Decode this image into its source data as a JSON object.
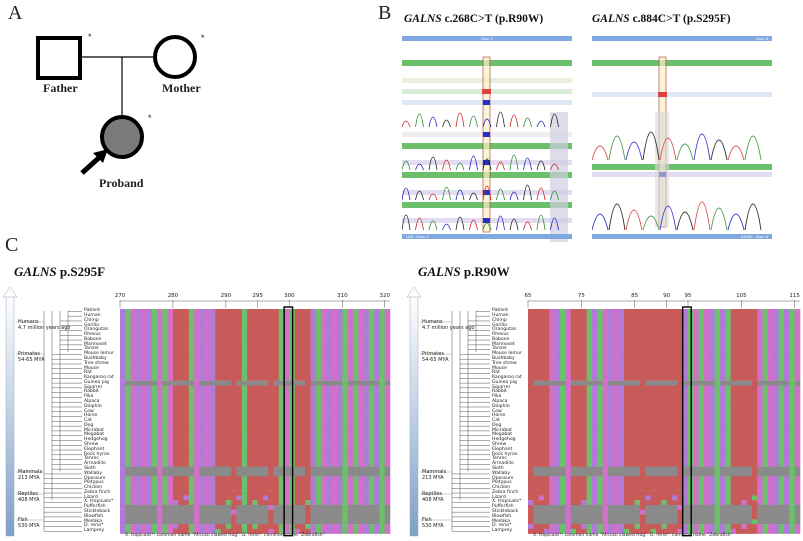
{
  "panels": {
    "a": "A",
    "b": "B",
    "c": "C"
  },
  "pedigree": {
    "father": "Father",
    "mother": "Mother",
    "proband": "Proband",
    "marker": "*"
  },
  "chromatograms": {
    "left": {
      "gene": "GALNS",
      "variant": " c.268C>T (p.R90W)",
      "exon_top": "Exon 3",
      "exon_bottom": "LNB - Exon 3"
    },
    "right": {
      "gene": "GALNS",
      "variant": " c.884C>T (p.S295F)",
      "exon_top": "Exon 8",
      "exon_bottom": "GALNS - Exon 8"
    }
  },
  "alignments": {
    "left": {
      "gene": "GALNS",
      "variant": " p.S295F",
      "ticks": [
        "270",
        "280",
        "290",
        "295",
        "300",
        "310",
        "320"
      ]
    },
    "right": {
      "gene": "GALNS",
      "variant": " p.R90W",
      "ticks": [
        "65",
        "75",
        "85",
        "90",
        "95",
        "105",
        "115"
      ]
    },
    "clades": [
      {
        "name": "Humans",
        "age": "4.7 million years ago"
      },
      {
        "name": "Primates",
        "age": "54-65 MYA"
      },
      {
        "name": "Mammals",
        "age": "213 MYA"
      },
      {
        "name": "Reptiles",
        "age": "408 MYA"
      },
      {
        "name": "Fish",
        "age": "530 MYA"
      }
    ],
    "species": [
      "Patient",
      "Human",
      "Chimp",
      "Gorilla",
      "Orangutan",
      "Rhesus",
      "Baboon",
      "Marmoset",
      "Tarsier",
      "Mouse lemur",
      "Bushbaby",
      "Tree shrew",
      "Mouse",
      "Rat",
      "Kangaroo rat",
      "Guinea pig",
      "Squirrel",
      "Rabbit",
      "Pika",
      "Alpaca",
      "Dolphin",
      "Cow",
      "Horse",
      "Cat",
      "Dog",
      "Microbat",
      "Megabat",
      "Hedgehog",
      "Shrew",
      "Elephant",
      "Rock hyrax",
      "Tenrec",
      "Armadillo",
      "Sloth",
      "Wallaby",
      "Opossum",
      "Platypus",
      "Chicken",
      "Zebra finch",
      "Lizard",
      "X. tropicalis*",
      "Pufferfish",
      "Stickleback",
      "Blowfish",
      "Medaka",
      "D. rerio*",
      "Lamprey"
    ],
    "footnote": "X. tropicalis*: common name \"African clawed frog\". D. rerio*: common name \"Zebrafish\""
  },
  "colors": {
    "conserved_red": "#c85a5a",
    "purple": "#b07ad8",
    "green": "#6cc06c",
    "magenta": "#d070c8",
    "gray_row": "#8a8a8a",
    "header_blue": "#7fa8e0"
  }
}
